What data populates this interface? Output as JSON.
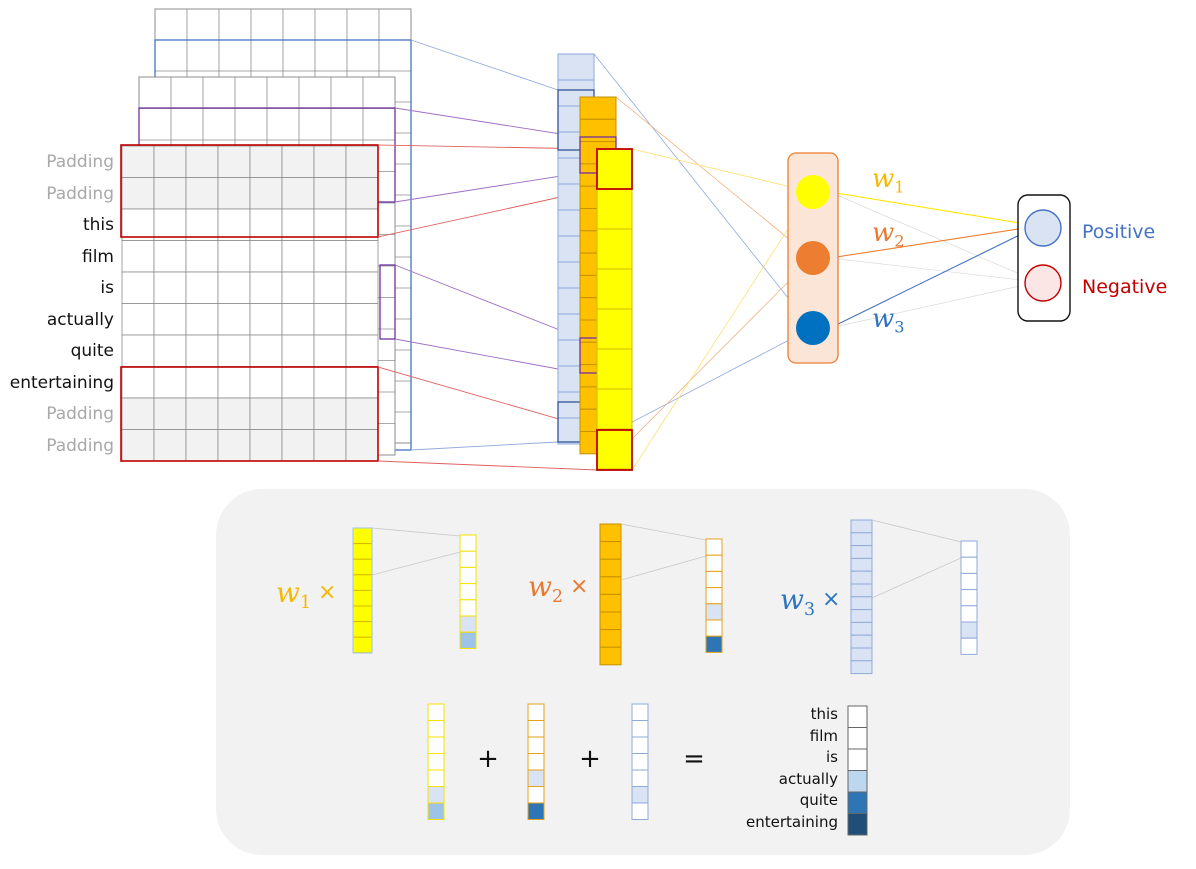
{
  "tokens": [
    {
      "text": "Padding",
      "padding": true
    },
    {
      "text": "Padding",
      "padding": true
    },
    {
      "text": "this",
      "padding": false
    },
    {
      "text": "film",
      "padding": false
    },
    {
      "text": "is",
      "padding": false
    },
    {
      "text": "actually",
      "padding": false
    },
    {
      "text": "quite",
      "padding": false
    },
    {
      "text": "entertaining",
      "padding": false
    },
    {
      "text": "Padding",
      "padding": true
    },
    {
      "text": "Padding",
      "padding": true
    }
  ],
  "weights": {
    "w1": {
      "base": "w",
      "sub": "1",
      "color": "#f5b800"
    },
    "w2": {
      "base": "w",
      "sub": "2",
      "color": "#e8792f"
    },
    "w3": {
      "base": "w",
      "sub": "3",
      "color": "#2f74c0"
    }
  },
  "times_symbol": "×",
  "operators": {
    "plus": "+",
    "equals": "="
  },
  "classes": {
    "positive": {
      "label": "Positive",
      "color": "#4472c4"
    },
    "negative": {
      "label": "Negative",
      "color": "#c00000"
    }
  },
  "result_words": [
    "this",
    "film",
    "is",
    "actually",
    "quite",
    "entertaining"
  ],
  "colors": {
    "yellow": "#ffff00",
    "orange": "#ffc000",
    "blue_light": "#dae3f3",
    "node_orange": "#ed7d31",
    "node_blue": "#0070c0",
    "frame_red": "#c00000",
    "frame_purple": "#7030a0",
    "frame_blue": "#4472c4",
    "panel_bg": "#f2f2f2",
    "heat_1": "#bdd7ee",
    "heat_2": "#2e75b6",
    "heat_3": "#1f4e79"
  }
}
